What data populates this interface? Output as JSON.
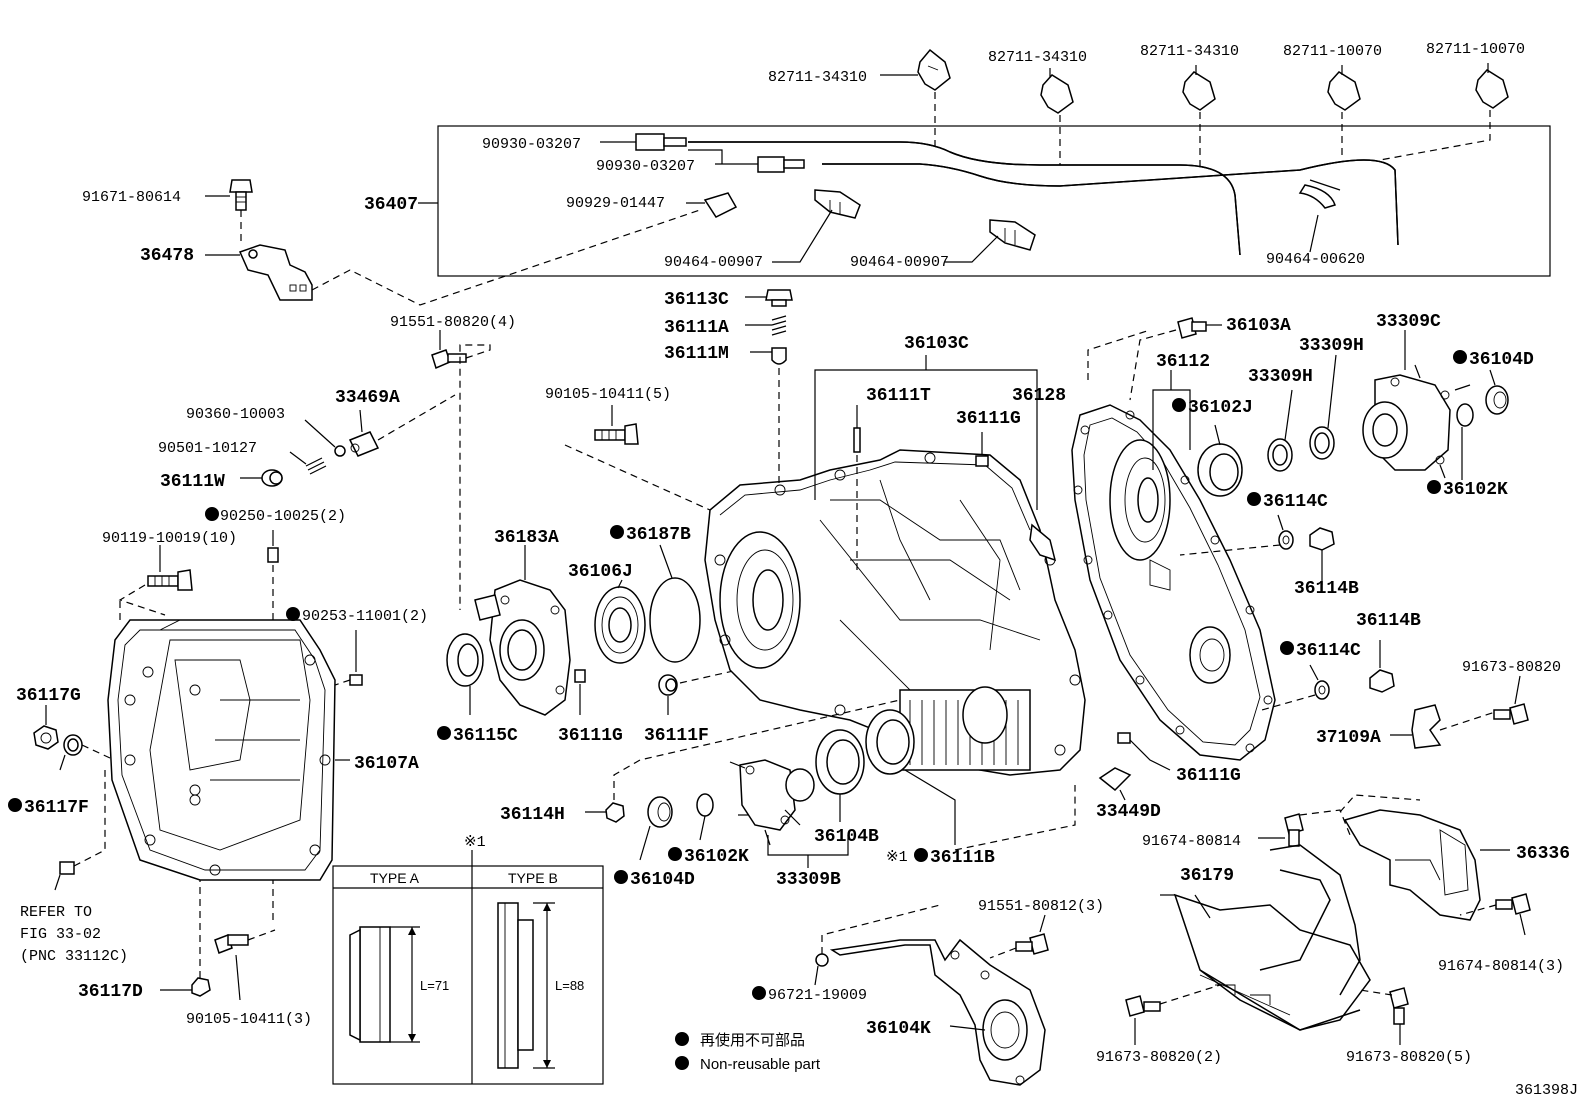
{
  "labels": {
    "p82711_34310_a": "82711-34310",
    "p82711_34310_b": "82711-34310",
    "p82711_34310_c": "82711-34310",
    "p82711_10070_a": "82711-10070",
    "p82711_10070_b": "82711-10070",
    "p90930_03207_a": "90930-03207",
    "p90930_03207_b": "90930-03207",
    "p91671_80614": "91671-80614",
    "p36407": "36407",
    "p90929_01447": "90929-01447",
    "p90464_00907_a": "90464-00907",
    "p90464_00907_b": "90464-00907",
    "p90464_00620": "90464-00620",
    "p36478": "36478",
    "p36113C": "36113C",
    "p36111A": "36111A",
    "p36111M": "36111M",
    "p36103C": "36103C",
    "p36103A": "36103A",
    "p33309C": "33309C",
    "p91551_80820": "91551-80820(4)",
    "p36111T": "36111T",
    "p36128": "36128",
    "p36112": "36112",
    "p33309H_a": "33309H",
    "p33309H_b": "33309H",
    "p36104D_a": "36104D",
    "p33469A": "33469A",
    "p90105_10411_5": "90105-10411(5)",
    "p36111G_a": "36111G",
    "p36102J": "36102J",
    "p90360_10003": "90360-10003",
    "p90501_10127": "90501-10127",
    "p36111W": "36111W",
    "p36102K_a": "36102K",
    "p36114C_a": "36114C",
    "p90250_10025": "90250-10025(2)",
    "p90119_10019": "90119-10019(10)",
    "p36183A": "36183A",
    "p36187B": "36187B",
    "p36106J": "36106J",
    "p36114B_a": "36114B",
    "p90253_11001": "90253-11001(2)",
    "p36114B_b": "36114B",
    "p36114C_b": "36114C",
    "p91673_80820_a": "91673-80820",
    "p36117G": "36117G",
    "p36115C": "36115C",
    "p36111G_b": "36111G",
    "p36111F": "36111F",
    "p37109A": "37109A",
    "p36117F": "36117F",
    "p36107A": "36107A",
    "p36111G_c": "36111G",
    "p36114H": "36114H",
    "p33449D": "33449D",
    "p36104B": "36104B",
    "p36102K_b": "36102K",
    "p36111B": "36111B",
    "p91674_80814_a": "91674-80814",
    "p36336": "36336",
    "p36104D_b": "36104D",
    "p33309B": "33309B",
    "p36179": "36179",
    "p91551_80812": "91551-80812(3)",
    "p91674_80814_b": "91674-80814(3)",
    "p96721_19009": "96721-19009",
    "p36117D": "36117D",
    "p90105_10411_3": "90105-10411(3)",
    "p36104K": "36104K",
    "p91673_80820_b": "91673-80820(2)",
    "p91673_80820_c": "91673-80820(5)"
  },
  "mark_ref": "※1",
  "mark_ref_b": "※1",
  "refer": {
    "line1": "REFER TO",
    "line2": "FIG 33-02",
    "line3": "(PNC 33112C)"
  },
  "type_table": {
    "type_a": "TYPE A",
    "type_b": "TYPE B",
    "len_a": "L=71",
    "len_b": "L=88"
  },
  "legend": {
    "jp": "再使用不可部品",
    "en": "Non-reusable part"
  },
  "figure_id": "361398J"
}
